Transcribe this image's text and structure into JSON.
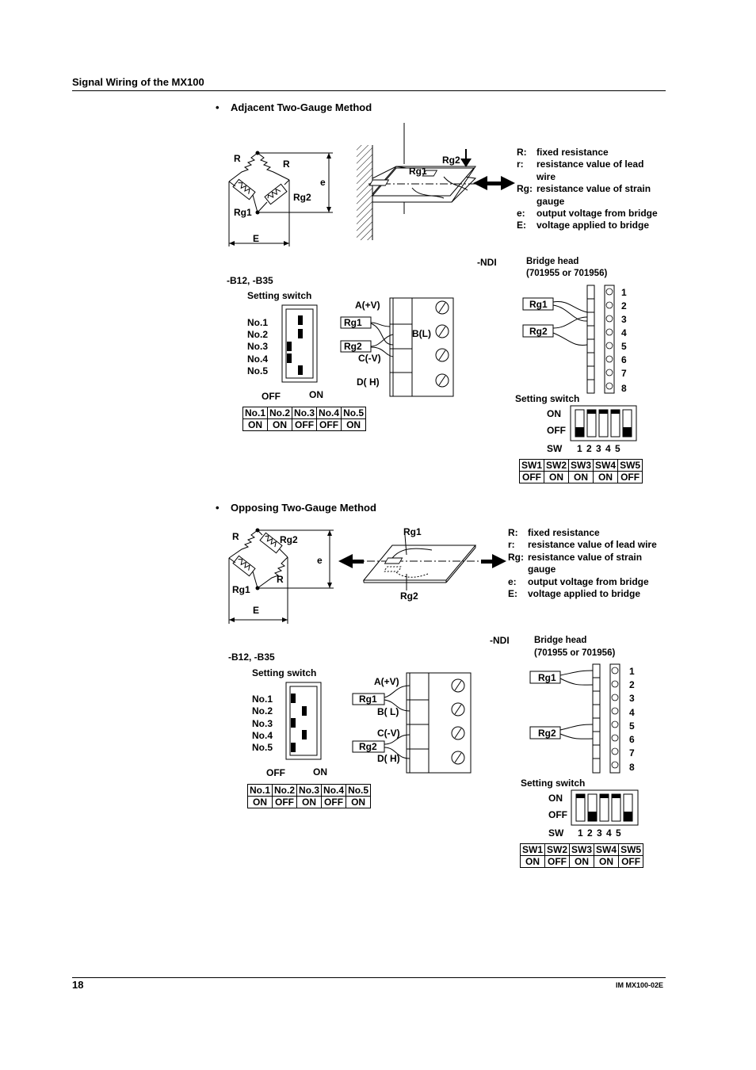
{
  "header": {
    "title": "Signal Wiring of the MX100"
  },
  "section1": {
    "bullet": "•",
    "title": "Adjacent Two-Gauge Method",
    "bridge": {
      "r_top_left": "R",
      "r_top_right": "R",
      "rg2": "Rg2",
      "rg1": "Rg1",
      "e_small": "e",
      "e_big": "E"
    },
    "beam": {
      "rg1": "Rg1",
      "rg2": "Rg2"
    },
    "legend": [
      {
        "k": "R:",
        "v": "fixed resistance"
      },
      {
        "k": "r:",
        "v": "resistance value of lead wire"
      },
      {
        "k": "Rg:",
        "v": "resistance value of strain gauge"
      },
      {
        "k": "e:",
        "v": "output voltage from bridge"
      },
      {
        "k": "E:",
        "v": "voltage applied to bridge"
      }
    ],
    "b12": {
      "title": "-B12, -B35",
      "switch_label": "Setting switch",
      "nos": [
        "No.1",
        "No.2",
        "No.3",
        "No.4",
        "No.5"
      ],
      "off": "OFF",
      "on": "ON",
      "terminals": {
        "a": "A(+V)",
        "rg1": "Rg1",
        "b": "B(L)",
        "rg2": "Rg2",
        "c": "C(-V)",
        "d": "D( H)"
      },
      "table_head": [
        "No.1",
        "No.2",
        "No.3",
        "No.4",
        "No.5"
      ],
      "table_vals": [
        "ON",
        "ON",
        "OFF",
        "OFF",
        "ON"
      ]
    },
    "ndi": {
      "title": "-NDI",
      "bridge_head": "Bridge head",
      "model": "(701955 or 701956)",
      "rg1": "Rg1",
      "rg2": "Rg2",
      "pins": [
        "1",
        "2",
        "3",
        "4",
        "5",
        "6",
        "7",
        "8"
      ],
      "switch_label": "Setting switch",
      "on": "ON",
      "off": "OFF",
      "sw": "SW",
      "sw_nums": "1 2 3 4 5",
      "table_head": [
        "SW1",
        "SW2",
        "SW3",
        "SW4",
        "SW5"
      ],
      "table_vals": [
        "OFF",
        "ON",
        "ON",
        "ON",
        "OFF"
      ]
    }
  },
  "section2": {
    "bullet": "•",
    "title": "Opposing Two-Gauge Method",
    "bridge": {
      "r_top_left": "R",
      "rg2": "Rg2",
      "rg1": "Rg1",
      "r_bottom_right": "R",
      "e_small": "e",
      "e_big": "E"
    },
    "beam": {
      "rg1": "Rg1",
      "rg2": "Rg2"
    },
    "legend": [
      {
        "k": "R:",
        "v": "fixed resistance"
      },
      {
        "k": "r:",
        "v": "resistance value of lead wire"
      },
      {
        "k": "Rg:",
        "v": "resistance value of strain gauge"
      },
      {
        "k": "e:",
        "v": "output voltage from bridge"
      },
      {
        "k": "E:",
        "v": "voltage applied to bridge"
      }
    ],
    "b12": {
      "title": "-B12, -B35",
      "switch_label": "Setting switch",
      "nos": [
        "No.1",
        "No.2",
        "No.3",
        "No.4",
        "No.5"
      ],
      "off": "OFF",
      "on": "ON",
      "terminals": {
        "a": "A(+V)",
        "rg1": "Rg1",
        "b": "B( L)",
        "c": "C(-V)",
        "rg2": "Rg2",
        "d": "D( H)"
      },
      "table_head": [
        "No.1",
        "No.2",
        "No.3",
        "No.4",
        "No.5"
      ],
      "table_vals": [
        "ON",
        "OFF",
        "ON",
        "OFF",
        "ON"
      ]
    },
    "ndi": {
      "title": "-NDI",
      "bridge_head": "Bridge head",
      "model": "(701955 or 701956)",
      "rg1": "Rg1",
      "rg2": "Rg2",
      "pins": [
        "1",
        "2",
        "3",
        "4",
        "5",
        "6",
        "7",
        "8"
      ],
      "switch_label": "Setting switch",
      "on": "ON",
      "off": "OFF",
      "sw": "SW",
      "sw_nums": "1 2 3 4 5",
      "table_head": [
        "SW1",
        "SW2",
        "SW3",
        "SW4",
        "SW5"
      ],
      "table_vals": [
        "ON",
        "OFF",
        "ON",
        "ON",
        "OFF"
      ]
    }
  },
  "footer": {
    "page": "18",
    "doc_code": "IM MX100-02E"
  }
}
